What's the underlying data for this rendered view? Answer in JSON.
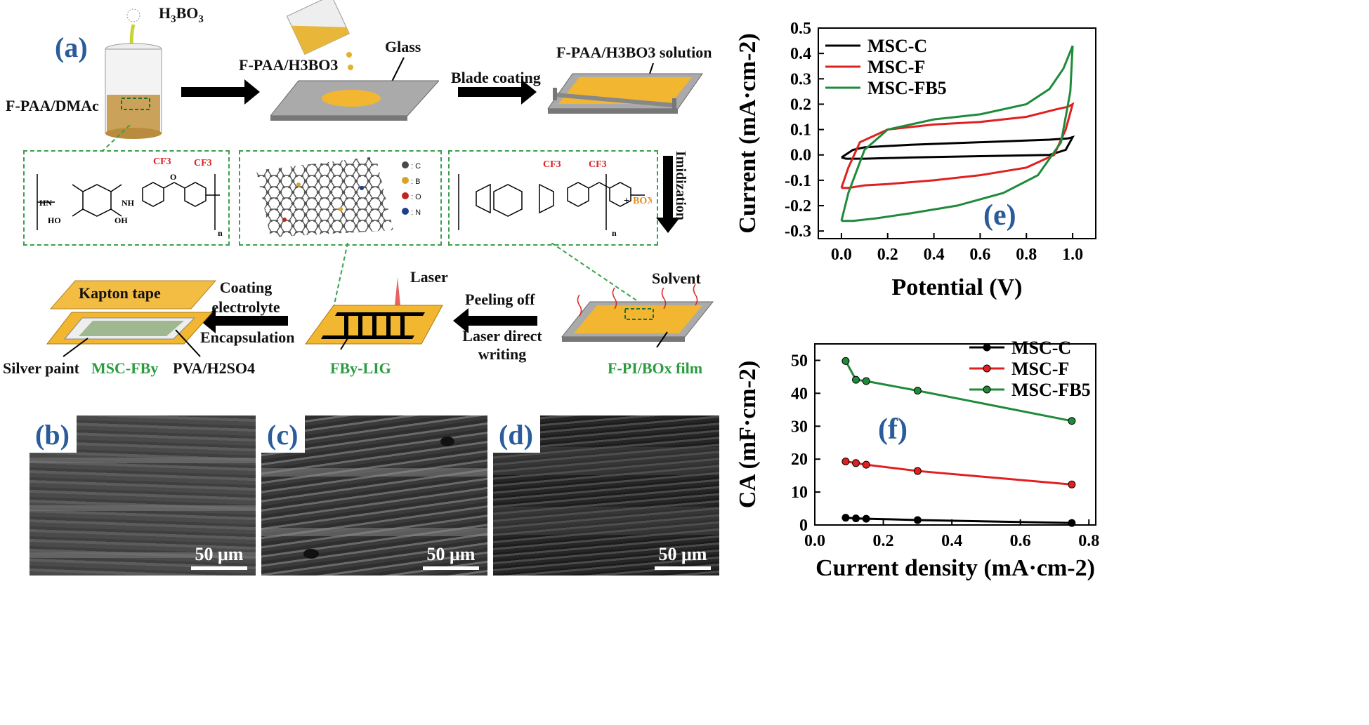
{
  "panel_a": {
    "tag": "(a)",
    "h3bo3": "H3BO3",
    "fpaa_dmac": "F-PAA/DMAc",
    "fpaa_h3bo3": "F-PAA/H3BO3",
    "glass": "Glass",
    "blade_coating": "Blade coating",
    "solution": "F-PAA/H3BO3 solution",
    "imidization": "Imidization",
    "chem1": {
      "cf3a": "CF3",
      "cf3b": "CF3",
      "o": "O",
      "hn": "HN",
      "nh": "NH",
      "ho": "HO",
      "oh": "OH",
      "n": "n"
    },
    "legend_atoms": [
      {
        "sym": ": C",
        "color": "#4a4a4a"
      },
      {
        "sym": ": B",
        "color": "#d9a327"
      },
      {
        "sym": ": O",
        "color": "#c0261e"
      },
      {
        "sym": ": N",
        "color": "#1f3e8c"
      }
    ],
    "chem3": {
      "cf3a": "CF3",
      "cf3b": "CF3",
      "box": "BOX",
      "n": "n"
    },
    "solvent": "Solvent",
    "laser": "Laser",
    "peeling_off": "Peeling off",
    "laser_direct_writing": "Laser direct writing",
    "coating_electrolyte": "Coating electrolyte",
    "encapsulation": "Encapsulation",
    "kapton_tape": "Kapton tape",
    "silver_paint": "Silver paint",
    "msc_fby": "MSC-FBy",
    "pva": "PVA/H2SO4",
    "fby_lig": "FBy-LIG",
    "fpi_film": "F-PI/BOx film"
  },
  "sem_panels": [
    {
      "tag": "(b)",
      "scale": "50 μm"
    },
    {
      "tag": "(c)",
      "scale": "50 μm"
    },
    {
      "tag": "(d)",
      "scale": "50 μm"
    }
  ],
  "chart_data": [
    {
      "panel": "(e)",
      "type": "line",
      "xlabel": "Potential (V)",
      "ylabel": "Current (mA·cm-2)",
      "xlim": [
        -0.1,
        1.1
      ],
      "ylim": [
        -0.33,
        0.5
      ],
      "xticks": [
        "0.0",
        "0.2",
        "0.4",
        "0.6",
        "0.8",
        "1.0"
      ],
      "yticks": [
        "-0.3",
        "-0.2",
        "-0.1",
        "0.0",
        "0.1",
        "0.2",
        "0.3",
        "0.4",
        "0.5"
      ],
      "series": [
        {
          "name": "MSC-C",
          "color": "#000000",
          "x": [
            0.0,
            0.05,
            0.1,
            0.3,
            0.6,
            0.9,
            0.98,
            1.0,
            0.97,
            0.9,
            0.6,
            0.3,
            0.1,
            0.02,
            0.0
          ],
          "y": [
            -0.01,
            0.02,
            0.03,
            0.04,
            0.05,
            0.06,
            0.065,
            0.07,
            0.02,
            -0.0,
            -0.005,
            -0.01,
            -0.015,
            -0.015,
            -0.01
          ]
        },
        {
          "name": "MSC-F",
          "color": "#e02020",
          "x": [
            0.0,
            0.03,
            0.08,
            0.2,
            0.4,
            0.6,
            0.8,
            0.93,
            0.98,
            1.0,
            0.97,
            0.92,
            0.8,
            0.6,
            0.4,
            0.2,
            0.1,
            0.03,
            0.0
          ],
          "y": [
            -0.13,
            -0.05,
            0.05,
            0.1,
            0.12,
            0.13,
            0.15,
            0.18,
            0.19,
            0.2,
            0.1,
            0.0,
            -0.05,
            -0.08,
            -0.1,
            -0.115,
            -0.12,
            -0.13,
            -0.13
          ]
        },
        {
          "name": "MSC-FB5",
          "color": "#1f8a3a",
          "x": [
            0.0,
            0.03,
            0.1,
            0.2,
            0.4,
            0.6,
            0.8,
            0.9,
            0.96,
            1.0,
            0.99,
            0.95,
            0.85,
            0.7,
            0.5,
            0.3,
            0.15,
            0.05,
            0.0
          ],
          "y": [
            -0.26,
            -0.15,
            0.02,
            0.1,
            0.14,
            0.16,
            0.2,
            0.26,
            0.34,
            0.43,
            0.25,
            0.05,
            -0.08,
            -0.15,
            -0.2,
            -0.23,
            -0.25,
            -0.26,
            -0.26
          ]
        }
      ]
    },
    {
      "panel": "(f)",
      "type": "line",
      "xlabel": "Current density (mA·cm-2)",
      "ylabel": "CA (mF·cm-2)",
      "xlim": [
        0.0,
        0.82
      ],
      "ylim": [
        0,
        55
      ],
      "xticks": [
        "0.0",
        "0.2",
        "0.4",
        "0.6",
        "0.8"
      ],
      "yticks": [
        "0",
        "10",
        "20",
        "30",
        "40",
        "50"
      ],
      "series": [
        {
          "name": "MSC-C",
          "color": "#000000",
          "x": [
            0.09,
            0.12,
            0.15,
            0.3,
            0.75
          ],
          "y": [
            2.2,
            2.0,
            1.9,
            1.5,
            0.6
          ]
        },
        {
          "name": "MSC-F",
          "color": "#e02020",
          "x": [
            0.09,
            0.12,
            0.15,
            0.3,
            0.75
          ],
          "y": [
            19.3,
            18.8,
            18.3,
            16.4,
            12.3
          ]
        },
        {
          "name": "MSC-FB5",
          "color": "#1f8a3a",
          "x": [
            0.09,
            0.12,
            0.15,
            0.3,
            0.75
          ],
          "y": [
            49.8,
            44.1,
            43.7,
            40.8,
            31.6
          ]
        }
      ]
    }
  ]
}
